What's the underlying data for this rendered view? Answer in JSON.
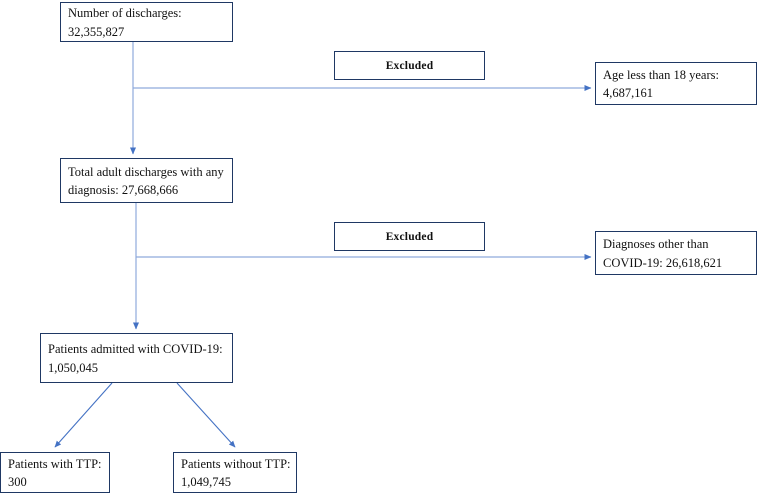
{
  "figure": {
    "type": "flowchart",
    "title": "Patient selection flow diagram",
    "colors": {
      "box_border": "#1F3864",
      "connector": "#8FAADC",
      "arrowhead": "#4472C4",
      "background": "#ffffff",
      "text": "#111111"
    }
  },
  "nodes": {
    "discharges": {
      "line1": "Number of discharges:",
      "line2": "32,355,827"
    },
    "excluded_1": {
      "label": "Excluded"
    },
    "age_exclusion": {
      "line1": "Age less than 18 years:",
      "line2": "4,687,161"
    },
    "adult_discharges": {
      "line1": "Total adult discharges with any",
      "line2": "diagnosis: 27,668,666"
    },
    "excluded_2": {
      "label": "Excluded"
    },
    "diagnosis_exclusion": {
      "line1": "Diagnoses other than",
      "line2": "COVID-19: 26,618,621"
    },
    "covid_admitted": {
      "line1": "Patients admitted with COVID-19:",
      "line2": "1,050,045"
    },
    "with_ttp": {
      "line1": "Patients with TTP:",
      "line2": "300"
    },
    "without_ttp": {
      "line1": "Patients without TTP:",
      "line2": "1,049,745"
    }
  },
  "chart_data": {
    "type": "flow",
    "title": "Study cohort selection (CONSORT-style flow diagram)",
    "steps": [
      {
        "label": "Number of discharges",
        "value": 32355827
      },
      {
        "label": "Total adult discharges with any diagnosis",
        "value": 27668666
      },
      {
        "label": "Patients admitted with COVID-19",
        "value": 1050045
      }
    ],
    "exclusions": [
      {
        "label": "Age less than 18 years",
        "value": 4687161,
        "from": "Number of discharges"
      },
      {
        "label": "Diagnoses other than COVID-19",
        "value": 26618621,
        "from": "Total adult discharges with any diagnosis"
      }
    ],
    "terminal_groups": [
      {
        "label": "Patients with TTP",
        "value": 300
      },
      {
        "label": "Patients without TTP",
        "value": 1049745
      }
    ]
  }
}
